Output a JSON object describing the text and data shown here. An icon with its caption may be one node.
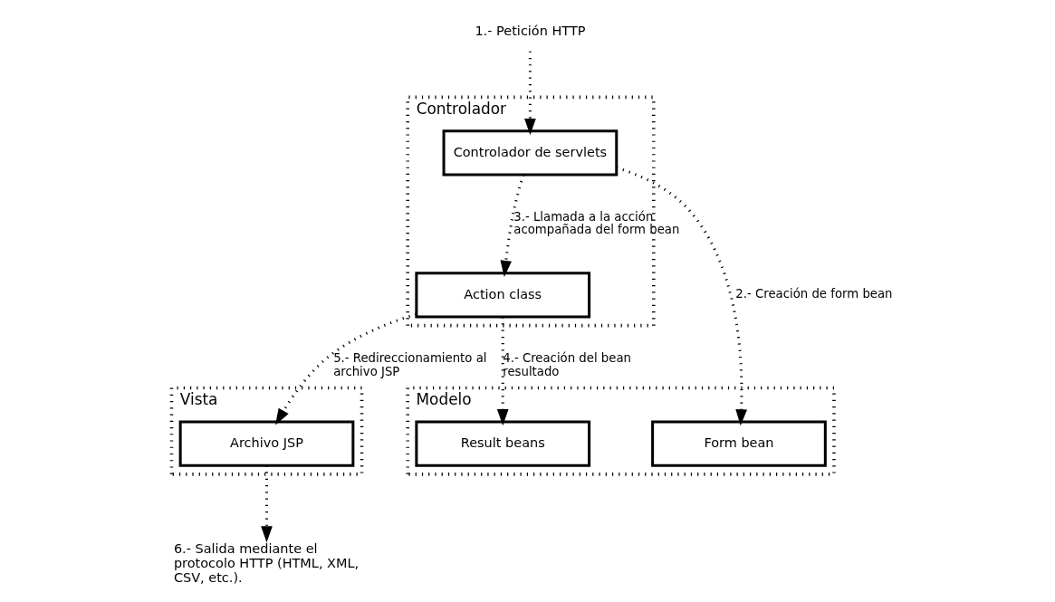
{
  "diagram": {
    "nodes": [
      {
        "text": [
          "1.- Petición HTTP"
        ]
      },
      {
        "text": [
          "Controlador"
        ]
      },
      {
        "text": [
          "Controlador de servlets"
        ],
        "in": 1
      },
      {
        "text": [
          "Action class"
        ],
        "in": 1
      },
      {
        "text": [
          "Vista"
        ]
      },
      {
        "text": [
          "Archivo JSP"
        ],
        "in": 4
      },
      {
        "text": [
          "Modelo"
        ]
      },
      {
        "text": [
          "Form bean"
        ],
        "in": 6
      },
      {
        "text": [
          "Result beans"
        ],
        "in": 6
      },
      {
        "text": [
          "6.- Salida mediante el protocolo HTTP (HTML, XML, CSV, etc.)."
        ]
      }
    ],
    "edges": [
      {
        "from": 0,
        "to": 2,
        "arrow": "to",
        "style": "dashed"
      },
      {
        "from": 2,
        "to": 3,
        "arrow": "to",
        "style": "dashed",
        "label": "3.- Llamada a la acción acompañada del form bean"
      },
      {
        "from": 3,
        "to": 5,
        "arrow": "to",
        "style": "dashed",
        "label": "5.- Redireccionamiento al archivo JSP"
      },
      {
        "from": 2,
        "to": 7,
        "arrow": "to",
        "style": "dashed",
        "label": "2.- Creación de form bean"
      },
      {
        "from": 3,
        "to": 8,
        "arrow": "to",
        "style": "dashed",
        "label": "4.- Creación del bean resultado"
      },
      {
        "from": 5,
        "to": 9,
        "arrow": "to",
        "style": "dashed"
      }
    ]
  }
}
